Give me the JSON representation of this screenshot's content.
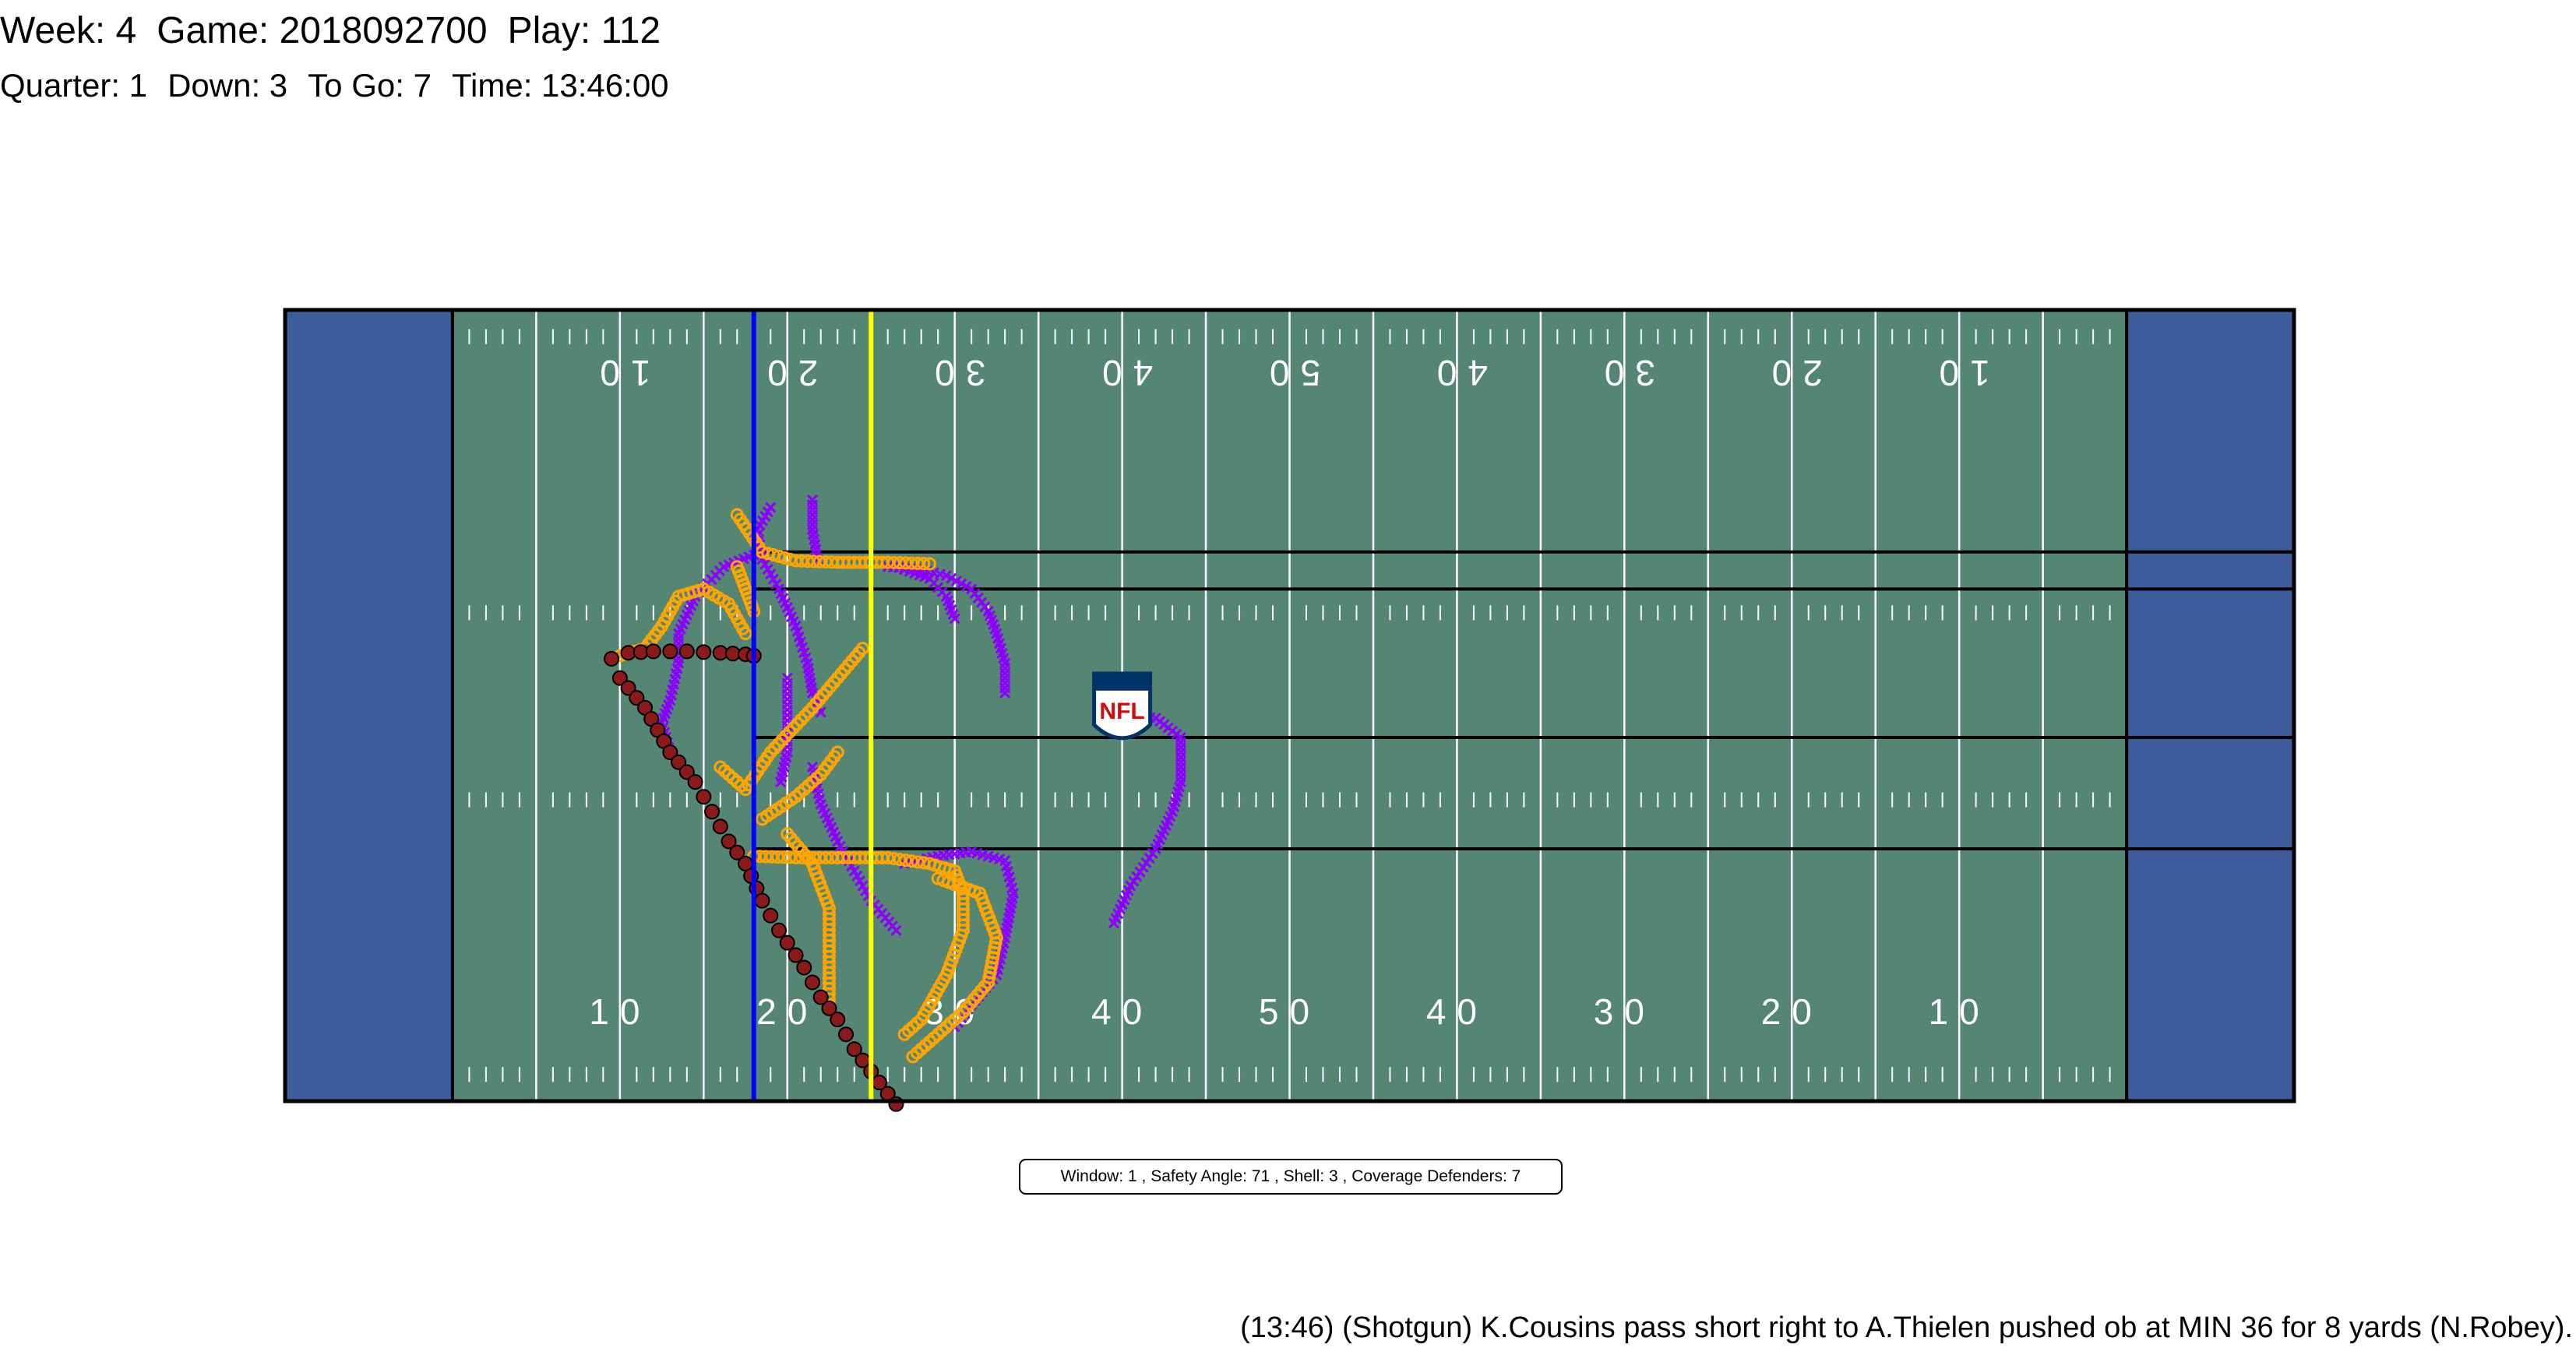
{
  "header": {
    "week_label": "Week: 4",
    "game_label": "Game: 2018092700",
    "play_label": "Play: 112",
    "quarter_label": "Quarter: 1",
    "down_label": "Down: 3",
    "togo_label": "To Go: 7",
    "time_label": "Time: 13:46:00"
  },
  "info_box": "Window: 1 , Safety Angle: 71 , Shell: 3 , Coverage Defenders: 7",
  "play_description": "(13:46) (Shotgun) K.Cousins pass short right to A.Thielen pushed ob at MIN 36 for 8 yards (N.Robey).",
  "logo_text": "NFL",
  "colors": {
    "field": "#558673",
    "endzone": "#3e5b9b",
    "line_of_scrimmage": "#0000ff",
    "first_down": "#ffff00",
    "offense": "#8b00ff",
    "defense": "#ffa500",
    "football": "#8b1a1a"
  },
  "chart_data": {
    "type": "scatter",
    "title": "",
    "xlabel": "",
    "ylabel": "",
    "xlim": [
      0,
      120
    ],
    "ylim": [
      0,
      53.3
    ],
    "line_of_scrimmage_yardline": 28,
    "first_down_yardline": 35,
    "yard_numbers_bottom": [
      "10",
      "20",
      "30",
      "40",
      "50",
      "40",
      "30",
      "20",
      "10"
    ],
    "yard_numbers_top": [
      "10",
      "20",
      "30",
      "40",
      "50",
      "40",
      "30",
      "20",
      "10"
    ],
    "horizontal_lines_y": [
      37.0,
      34.5,
      24.5,
      17.0
    ],
    "series": [
      {
        "marker": "x",
        "color": "#8b00ff",
        "tracks": [
          [
            [
              43,
              27.5
            ],
            [
              43,
              29.5
            ],
            [
              42.5,
              31.5
            ],
            [
              42,
              33.0
            ],
            [
              41,
              34.5
            ],
            [
              39.5,
              35.4
            ],
            [
              38,
              35.8
            ],
            [
              36,
              36.0
            ]
          ],
          [
            [
              40,
              32.5
            ],
            [
              39.5,
              34.0
            ],
            [
              38.5,
              35.2
            ],
            [
              37,
              35.8
            ]
          ],
          [
            [
              31.5,
              40.5
            ],
            [
              31.5,
              38.5
            ],
            [
              31.8,
              36.5
            ]
          ],
          [
            [
              29,
              40.0
            ],
            [
              28.2,
              38.5
            ],
            [
              28.5,
              36.5
            ],
            [
              29.5,
              34.5
            ],
            [
              30.5,
              32.0
            ],
            [
              31.2,
              29.5
            ],
            [
              31.5,
              27.5
            ],
            [
              32,
              26.2
            ]
          ],
          [
            [
              28,
              36.8
            ],
            [
              26.2,
              36.0
            ],
            [
              24.5,
              34.0
            ],
            [
              23.5,
              31.5
            ],
            [
              23.5,
              29.5
            ],
            [
              23.0,
              27.0
            ],
            [
              22.5,
              25.5
            ],
            [
              23.0,
              23.5
            ]
          ],
          [
            [
              30,
              28.5
            ],
            [
              30.0,
              26.0
            ],
            [
              30.0,
              23.5
            ],
            [
              29.6,
              21.5
            ]
          ],
          [
            [
              31.5,
              22.5
            ],
            [
              32.0,
              20.0
            ],
            [
              33.0,
              17.5
            ],
            [
              34.0,
              15.5
            ],
            [
              35.0,
              13.5
            ],
            [
              36.5,
              11.5
            ]
          ],
          [
            [
              37,
              16.0
            ],
            [
              39.0,
              16.5
            ],
            [
              41.0,
              16.8
            ],
            [
              43.0,
              16.2
            ],
            [
              43.5,
              14.0
            ],
            [
              43.0,
              11.0
            ],
            [
              42.5,
              8.5
            ],
            [
              41.0,
              6.5
            ],
            [
              40.0,
              5.0
            ]
          ],
          [
            [
              50,
              26.0
            ],
            [
              52,
              25.8
            ],
            [
              53.5,
              24.5
            ],
            [
              53.5,
              21.5
            ],
            [
              53.0,
              19.5
            ],
            [
              52.0,
              17.0
            ],
            [
              50.5,
              14.5
            ],
            [
              49.5,
              12.0
            ]
          ]
        ]
      },
      {
        "marker": "o",
        "color": "#ffa500",
        "tracks": [
          [
            [
              27,
              39.5
            ],
            [
              28.5,
              37.0
            ],
            [
              30.5,
              36.4
            ],
            [
              33.0,
              36.3
            ],
            [
              36.0,
              36.3
            ],
            [
              38.5,
              36.2
            ]
          ],
          [
            [
              27.5,
              31.5
            ],
            [
              26.5,
              33.5
            ],
            [
              25.0,
              34.5
            ],
            [
              23.5,
              34.0
            ],
            [
              22.5,
              32.0
            ],
            [
              21.5,
              30.5
            ],
            [
              20.0,
              30.0
            ]
          ],
          [
            [
              28,
              33.0
            ],
            [
              27.5,
              34.5
            ],
            [
              27.0,
              36.0
            ]
          ],
          [
            [
              26,
              22.5
            ],
            [
              27.5,
              21.0
            ],
            [
              29.0,
              23.5
            ],
            [
              31.5,
              26.5
            ],
            [
              33.0,
              28.5
            ],
            [
              34.5,
              30.5
            ]
          ],
          [
            [
              28.5,
              19.0
            ],
            [
              30.5,
              20.5
            ],
            [
              32.0,
              22.0
            ],
            [
              33.0,
              23.5
            ]
          ],
          [
            [
              28,
              16.5
            ],
            [
              30.5,
              16.4
            ],
            [
              33.0,
              16.4
            ],
            [
              36.0,
              16.4
            ],
            [
              38.5,
              16.0
            ],
            [
              40.0,
              15.5
            ],
            [
              40.5,
              14.0
            ],
            [
              40.5,
              11.5
            ],
            [
              39.5,
              8.5
            ],
            [
              38.0,
              5.5
            ],
            [
              37.0,
              4.5
            ]
          ],
          [
            [
              30,
              18.0
            ],
            [
              31.5,
              16.0
            ],
            [
              32.5,
              13.0
            ],
            [
              32.5,
              9.0
            ],
            [
              32.5,
              6.5
            ]
          ],
          [
            [
              39,
              15.0
            ],
            [
              41.5,
              14.0
            ],
            [
              42.5,
              11.0
            ],
            [
              42.0,
              8.0
            ],
            [
              40.5,
              6.0
            ],
            [
              38.5,
              4.0
            ],
            [
              37.5,
              3.0
            ]
          ]
        ]
      },
      {
        "marker": "o-filled",
        "color": "#8b1a1a",
        "tracks": [
          [
            [
              19.5,
              29.8
            ],
            [
              20.5,
              30.2
            ],
            [
              22.0,
              30.3
            ],
            [
              24.0,
              30.3
            ],
            [
              26.0,
              30.2
            ],
            [
              27.5,
              30.1
            ],
            [
              28.0,
              30.0
            ]
          ],
          [
            [
              20.0,
              28.5
            ],
            [
              21.5,
              26.5
            ],
            [
              23.0,
              23.5
            ],
            [
              24.5,
              21.5
            ],
            [
              25.5,
              19.5
            ],
            [
              26.5,
              17.5
            ],
            [
              27.5,
              16.0
            ],
            [
              28.5,
              13.5
            ],
            [
              29.5,
              11.5
            ],
            [
              31.0,
              9.0
            ],
            [
              32.0,
              7.0
            ],
            [
              33.0,
              5.5
            ],
            [
              34.0,
              3.5
            ],
            [
              35.0,
              2.0
            ],
            [
              36.0,
              0.5
            ],
            [
              36.5,
              -0.2
            ]
          ]
        ]
      }
    ],
    "logo_position": [
      50,
      26.5
    ]
  }
}
